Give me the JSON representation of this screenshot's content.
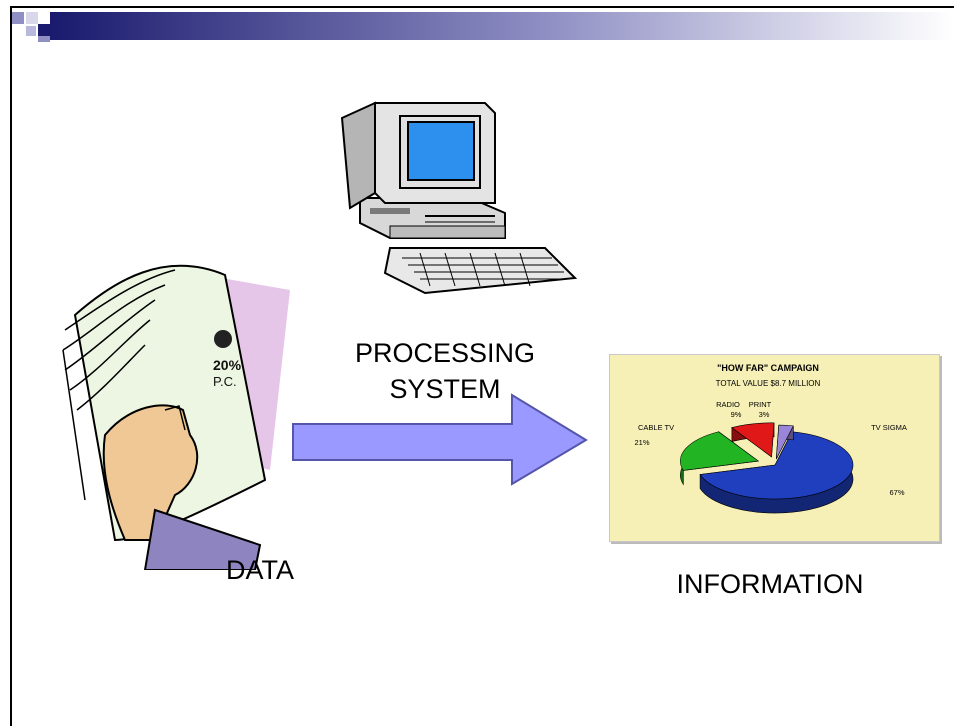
{
  "slide": {
    "labels": {
      "processing": "PROCESSING",
      "system": "SYSTEM",
      "data": "DATA",
      "information": "INFORMATION"
    }
  },
  "chart_data": {
    "type": "pie",
    "title": "\"HOW FAR\" CAMPAIGN",
    "subtitle": "TOTAL VALUE $8.7 MILLION",
    "categories": [
      "TV SIGMA",
      "CABLE TV",
      "RADIO",
      "PRINT"
    ],
    "values": [
      67,
      21,
      9,
      3
    ],
    "value_labels": [
      "67%",
      "21%",
      "9%",
      "3%"
    ],
    "colors": [
      "#1f3fbf",
      "#22b422",
      "#e01818",
      "#9a86d8"
    ]
  },
  "colors": {
    "arrow_fill": "#9999ff",
    "chart_background": "#f6f0b6",
    "title_bar_dark": "#1a1a6e"
  },
  "icons": [
    "computer-icon",
    "paper-stack-icon"
  ]
}
